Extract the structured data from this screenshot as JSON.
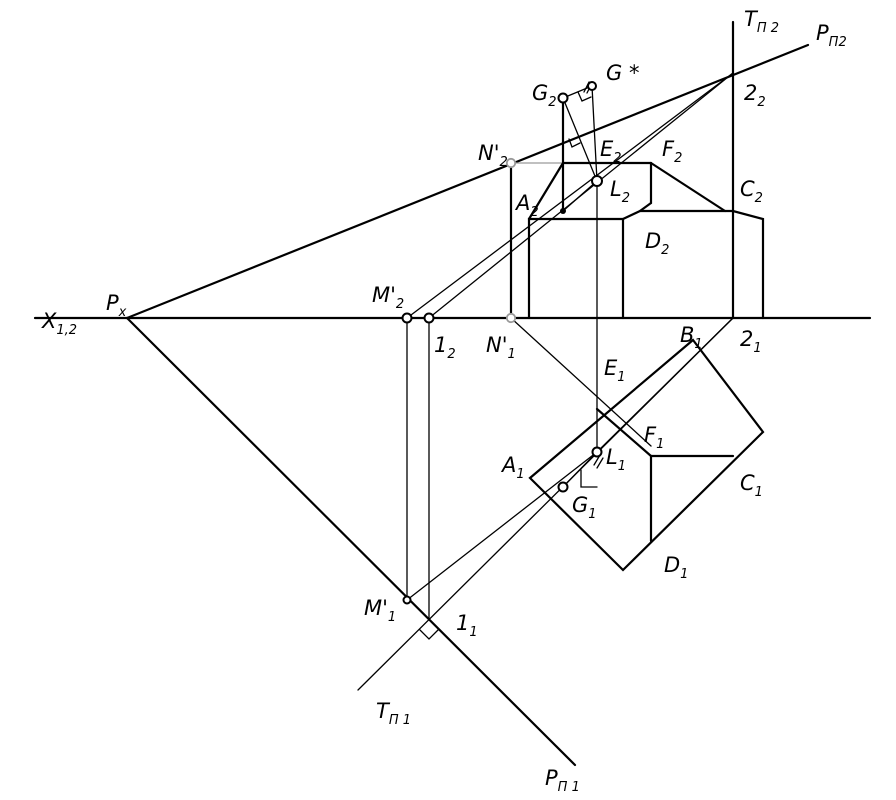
{
  "labels": {
    "axis": {
      "main": "X",
      "sub": "1,2"
    },
    "px": {
      "main": "P",
      "sub": "x"
    },
    "t_pi2": {
      "main": "T",
      "sub": "П 2"
    },
    "p_pi2": {
      "main": "P",
      "sub": "П2"
    },
    "g_star": {
      "main": "G *",
      "sub": ""
    },
    "g2": {
      "main": "G",
      "sub": "2"
    },
    "p22": {
      "main": "2",
      "sub": "2"
    },
    "n2": {
      "main": "N'",
      "sub": "2"
    },
    "e2": {
      "main": "E",
      "sub": "2"
    },
    "f2": {
      "main": "F",
      "sub": "2"
    },
    "a2": {
      "main": "A",
      "sub": "2"
    },
    "l2": {
      "main": "L",
      "sub": "2"
    },
    "c2": {
      "main": "C",
      "sub": "2"
    },
    "d2": {
      "main": "D",
      "sub": "2"
    },
    "m2": {
      "main": "M'",
      "sub": "2"
    },
    "p12": {
      "main": "1",
      "sub": "2"
    },
    "n1": {
      "main": "N'",
      "sub": "1"
    },
    "b1": {
      "main": "B",
      "sub": "1"
    },
    "p21": {
      "main": "2",
      "sub": "1"
    },
    "e1": {
      "main": "E",
      "sub": "1"
    },
    "f1": {
      "main": "F",
      "sub": "1"
    },
    "a1": {
      "main": "A",
      "sub": "1"
    },
    "l1": {
      "main": "L",
      "sub": "1"
    },
    "c1": {
      "main": "C",
      "sub": "1"
    },
    "g1": {
      "main": "G",
      "sub": "1"
    },
    "d1": {
      "main": "D",
      "sub": "1"
    },
    "m1": {
      "main": "M'",
      "sub": "1"
    },
    "p11": {
      "main": "1",
      "sub": "1"
    },
    "t_pi1": {
      "main": "T",
      "sub": "П 1"
    },
    "p_pi1": {
      "main": "P",
      "sub": "П 1"
    }
  }
}
